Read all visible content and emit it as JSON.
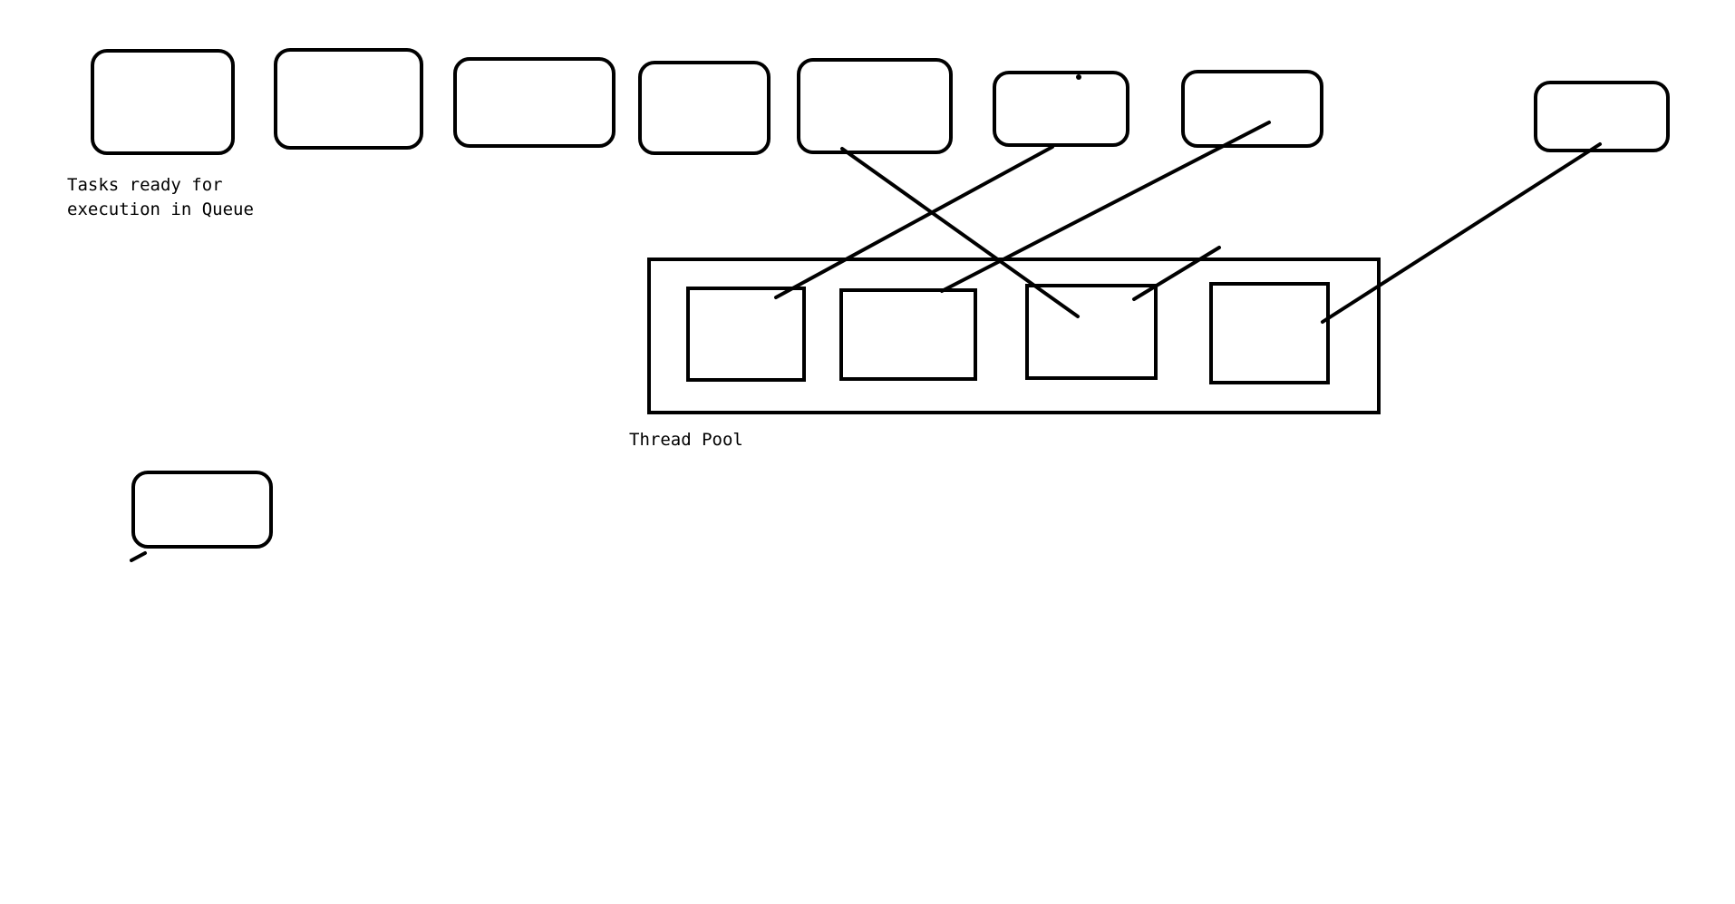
{
  "queue_label": {
    "line1": "Tasks ready for",
    "line2": "execution in Queue"
  },
  "pool_label": "Thread Pool",
  "colors": {
    "stroke": "#000000",
    "background": "#ffffff"
  }
}
